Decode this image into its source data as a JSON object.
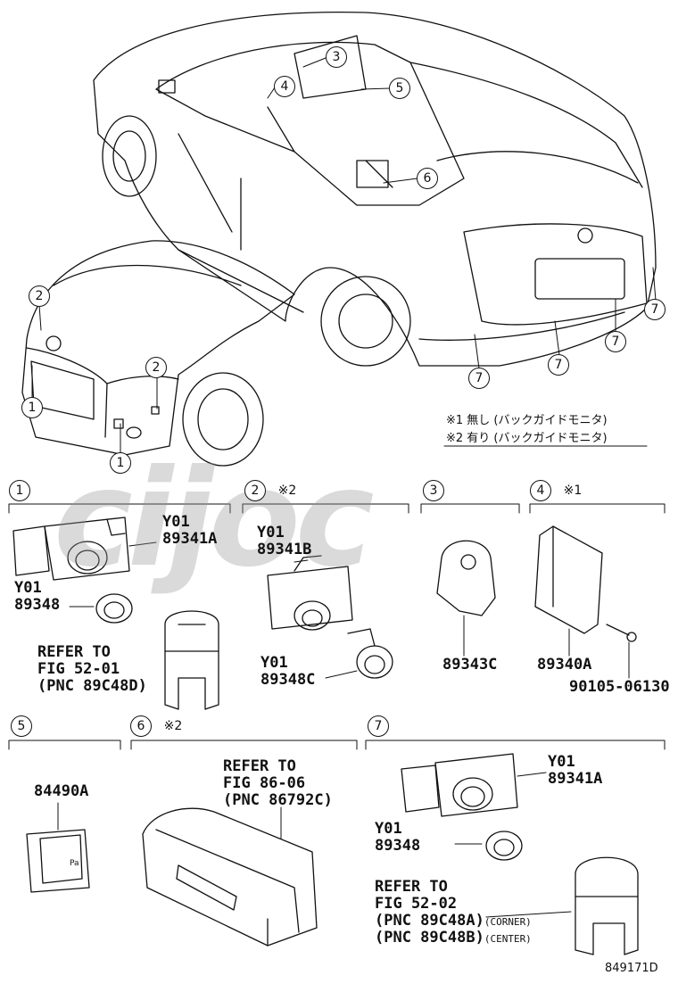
{
  "notes": {
    "note1": "※1 無し (バックガイドモニタ)",
    "note2": "※2 有り (バックガイドモニタ)"
  },
  "sections": [
    {
      "num": "1",
      "mark": ""
    },
    {
      "num": "2",
      "mark": "※2"
    },
    {
      "num": "3",
      "mark": ""
    },
    {
      "num": "4",
      "mark": "※1"
    },
    {
      "num": "5",
      "mark": ""
    },
    {
      "num": "6",
      "mark": "※2"
    },
    {
      "num": "7",
      "mark": ""
    }
  ],
  "car_callouts": [
    "3",
    "4",
    "5",
    "6",
    "7",
    "7",
    "7",
    "7",
    "2",
    "2",
    "1",
    "1"
  ],
  "parts": {
    "s1_a": "Y01\n89341A",
    "s1_b": "Y01\n89348",
    "s1_ref": "REFER TO\nFIG 52-01\n(PNC 89C48D)",
    "s2_a": "Y01\n89341B",
    "s2_b": "Y01\n89348C",
    "s3": "89343C",
    "s4_a": "89340A",
    "s4_b": "90105-06130",
    "s5": "84490A",
    "s6_ref": "REFER TO\nFIG 86-06\n(PNC 86792C)",
    "s7_a": "Y01\n89341A",
    "s7_b": "Y01\n89348",
    "s7_ref": "REFER TO\nFIG 52-02",
    "s7_pnc1": "(PNC 89C48A)",
    "s7_pnc1_sub": "(CORNER)",
    "s7_pnc2": "(PNC 89C48B)",
    "s7_pnc2_sub": "(CENTER)"
  },
  "figure_id": "849171D",
  "watermark": "cijoc"
}
